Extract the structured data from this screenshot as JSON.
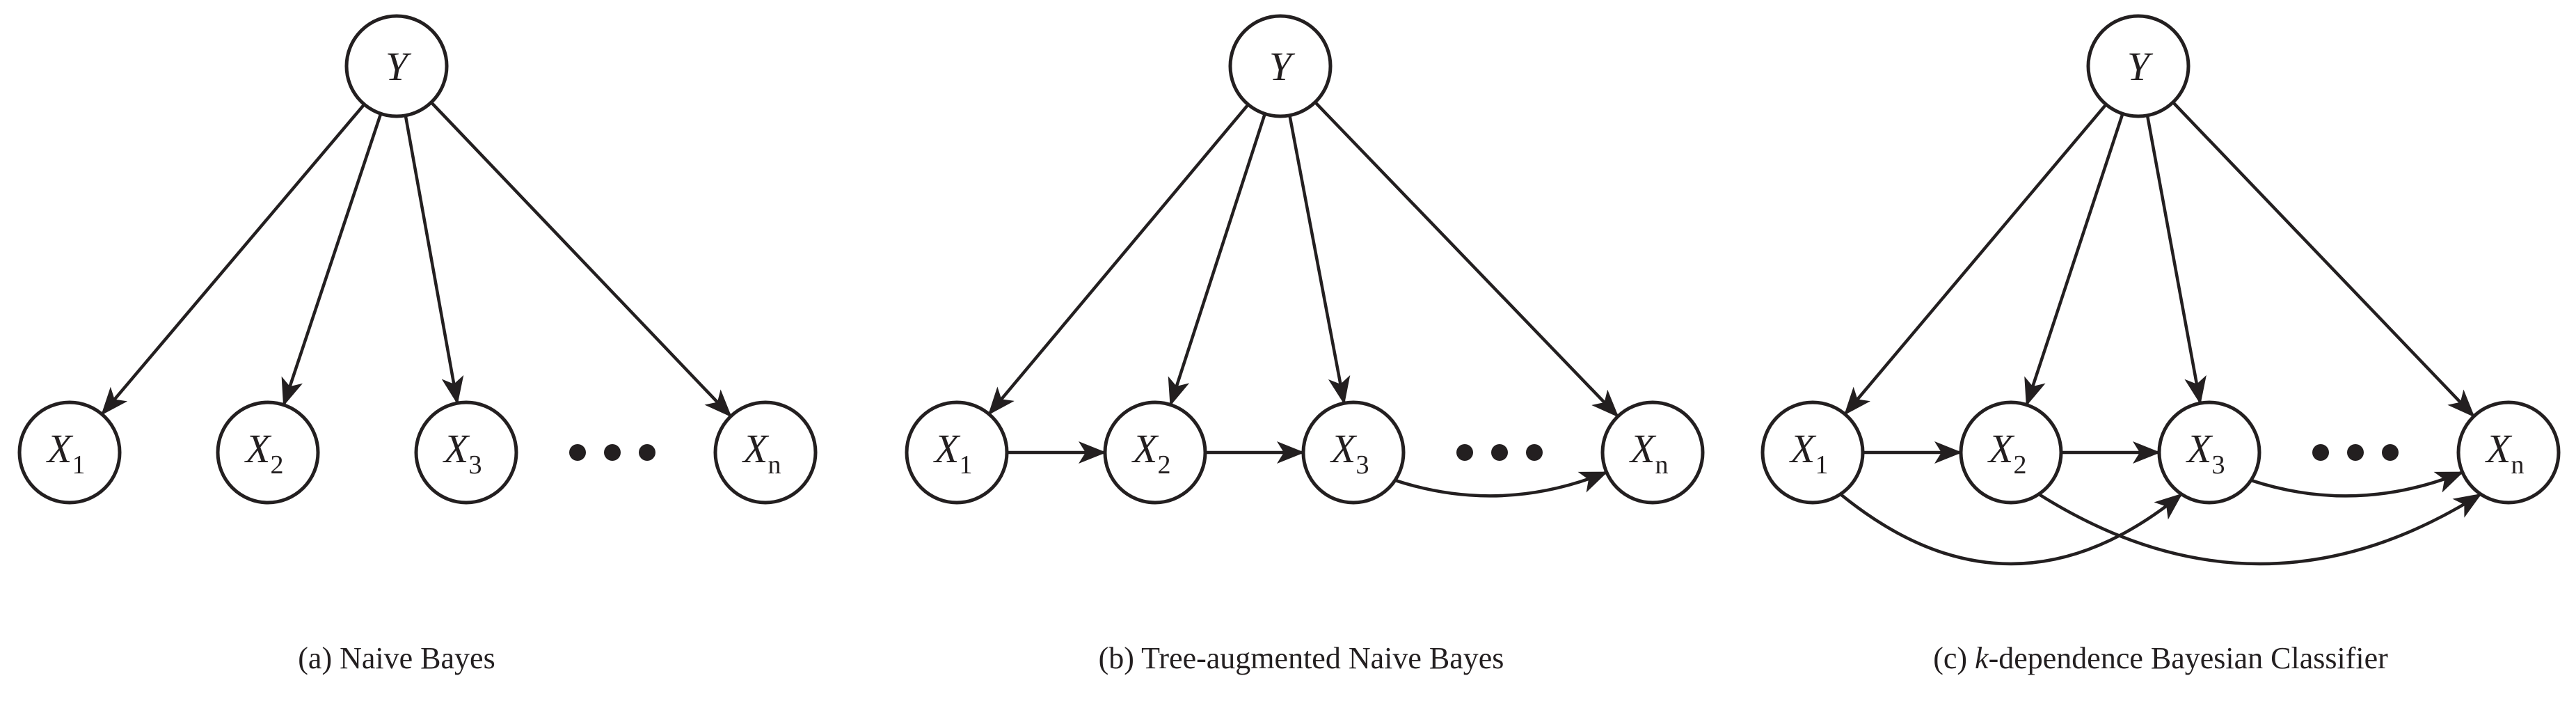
{
  "panels": [
    {
      "caption_prefix": "(a) Naive Bayes",
      "caption_italic": "",
      "caption_suffix": "",
      "root": {
        "letter": "Y"
      },
      "features": [
        {
          "letter": "X",
          "subscript": "1"
        },
        {
          "letter": "X",
          "subscript": "2"
        },
        {
          "letter": "X",
          "subscript": "3"
        },
        {
          "letter": "X",
          "subscript": "n"
        }
      ],
      "feature_edges": []
    },
    {
      "caption_prefix": "(b) Tree-augmented Naive Bayes",
      "caption_italic": "",
      "caption_suffix": "",
      "root": {
        "letter": "Y"
      },
      "features": [
        {
          "letter": "X",
          "subscript": "1"
        },
        {
          "letter": "X",
          "subscript": "2"
        },
        {
          "letter": "X",
          "subscript": "3"
        },
        {
          "letter": "X",
          "subscript": "n"
        }
      ],
      "feature_edges": [
        {
          "from": "X1",
          "to": "X2"
        },
        {
          "from": "X2",
          "to": "X3"
        },
        {
          "from": "X3",
          "to": "Xn"
        }
      ]
    },
    {
      "caption_prefix": "(c) ",
      "caption_italic": "k",
      "caption_suffix": "-dependence Bayesian Classifier",
      "root": {
        "letter": "Y"
      },
      "features": [
        {
          "letter": "X",
          "subscript": "1"
        },
        {
          "letter": "X",
          "subscript": "2"
        },
        {
          "letter": "X",
          "subscript": "3"
        },
        {
          "letter": "X",
          "subscript": "n"
        }
      ],
      "feature_edges": [
        {
          "from": "X1",
          "to": "X2"
        },
        {
          "from": "X2",
          "to": "X3"
        },
        {
          "from": "X3",
          "to": "Xn"
        },
        {
          "from": "X1",
          "to": "X3"
        },
        {
          "from": "X2",
          "to": "Xn"
        }
      ]
    }
  ],
  "ellipsis_icon": "three-dots"
}
